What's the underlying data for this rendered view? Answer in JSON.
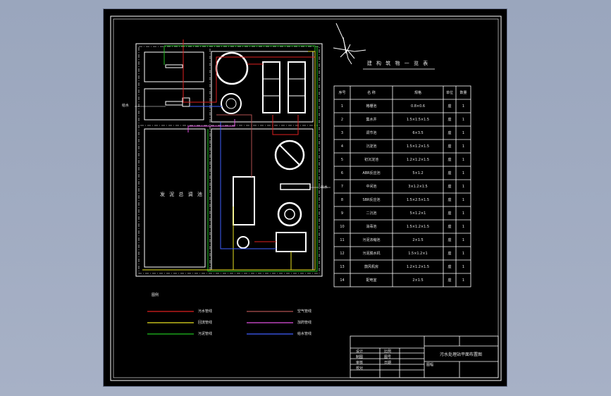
{
  "colors": {
    "background": "#9aa6bd",
    "sheet": "#000000",
    "linework": "#ffffff",
    "red_line": "#e02020",
    "yellow_line": "#e6e020",
    "green_line": "#20c020",
    "brown_line": "#b05050",
    "magenta_line": "#e050e0",
    "blue_line": "#4060ff"
  },
  "plan": {
    "tank_label": "发 泥 总 调 池",
    "pipe_note_left": "给水",
    "pipe_note_right": "出水"
  },
  "table": {
    "title": "建 构 筑 物 一 览 表",
    "headers": [
      "序号",
      "名 称",
      "规格",
      "单位",
      "数量"
    ],
    "rows": [
      [
        "1",
        "格栅池",
        "0.8×0.6",
        "座",
        "1"
      ],
      [
        "2",
        "集水井",
        "1.5×1.5×1.5",
        "座",
        "1"
      ],
      [
        "3",
        "调节池",
        "6×3.5",
        "座",
        "1"
      ],
      [
        "4",
        "沉淀池",
        "1.5×1.2×1.5",
        "座",
        "1"
      ],
      [
        "5",
        "初沉淀池",
        "1.2×1.2×1.5",
        "座",
        "1"
      ],
      [
        "6",
        "ABR反应池",
        "5×1.2",
        "座",
        "1"
      ],
      [
        "7",
        "中间池",
        "3×1.2×1.5",
        "座",
        "1"
      ],
      [
        "8",
        "SBR反应池",
        "1.5×2.5×1.5",
        "座",
        "1"
      ],
      [
        "9",
        "二沉池",
        "5×1.2×1",
        "座",
        "1"
      ],
      [
        "10",
        "消毒池",
        "1.5×1.2×1.5",
        "座",
        "1"
      ],
      [
        "11",
        "污泥浓缩池",
        "2×1.5",
        "座",
        "1"
      ],
      [
        "12",
        "污泥脱水机",
        "1.5×1.2×1",
        "座",
        "1"
      ],
      [
        "13",
        "鼓风机房",
        "1.2×1.2×1.5",
        "座",
        "1"
      ],
      [
        "14",
        "配电室",
        "2×1.5",
        "座",
        "1"
      ]
    ]
  },
  "legend": {
    "title": "图例",
    "items": [
      {
        "label": "污水管线",
        "color": "#e02020"
      },
      {
        "label": "回流管线",
        "color": "#e6e020"
      },
      {
        "label": "污泥管线",
        "color": "#20c020"
      },
      {
        "label": "空气管线",
        "color": "#b05050"
      },
      {
        "label": "加药管线",
        "color": "#e050e0"
      },
      {
        "label": "给水管线",
        "color": "#4060ff"
      }
    ]
  },
  "title_block": {
    "drawing_title": "污水处理站平面布置图",
    "cells": [
      "设计",
      "制图",
      "审核",
      "校对",
      "比例",
      "图号",
      "日期",
      "图幅"
    ]
  }
}
